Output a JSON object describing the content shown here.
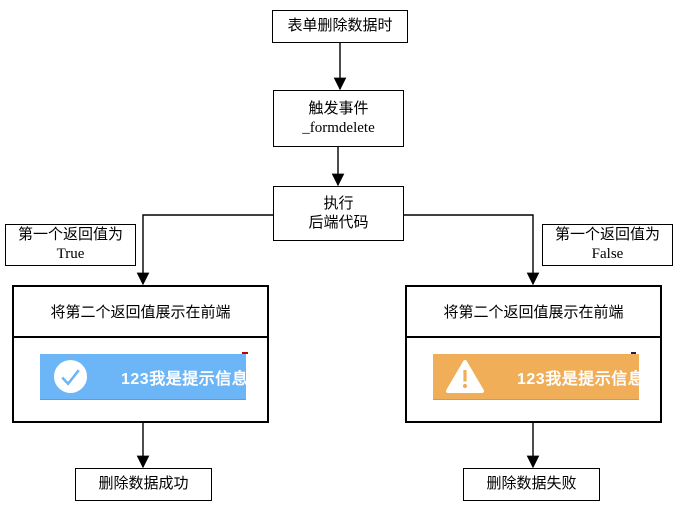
{
  "flowchart": {
    "title": "form-delete-event-flowchart",
    "colors": {
      "success_toast": "#6cb5f6",
      "warning_toast": "#efae57",
      "line": "#000000",
      "toast_text": "#ffffff"
    },
    "nodes": {
      "start": {
        "label": "表单删除数据时"
      },
      "trigger": {
        "line1": "触发事件",
        "line2": "_formdelete"
      },
      "execute": {
        "line1": "执行",
        "line2": "后端代码"
      },
      "cond_true": {
        "line1": "第一个返回值为",
        "line2": "True"
      },
      "cond_false": {
        "line1": "第一个返回值为",
        "line2": "False"
      },
      "show_true": {
        "label": "将第二个返回值展示在前端"
      },
      "show_false": {
        "label": "将第二个返回值展示在前端"
      },
      "toast_success": {
        "message": "123我是提示信息",
        "icon": "check-circle-icon"
      },
      "toast_warning": {
        "message": "123我是提示信息",
        "icon": "warning-triangle-icon"
      },
      "end_success": {
        "label": "删除数据成功"
      },
      "end_failure": {
        "label": "删除数据失败"
      }
    }
  }
}
